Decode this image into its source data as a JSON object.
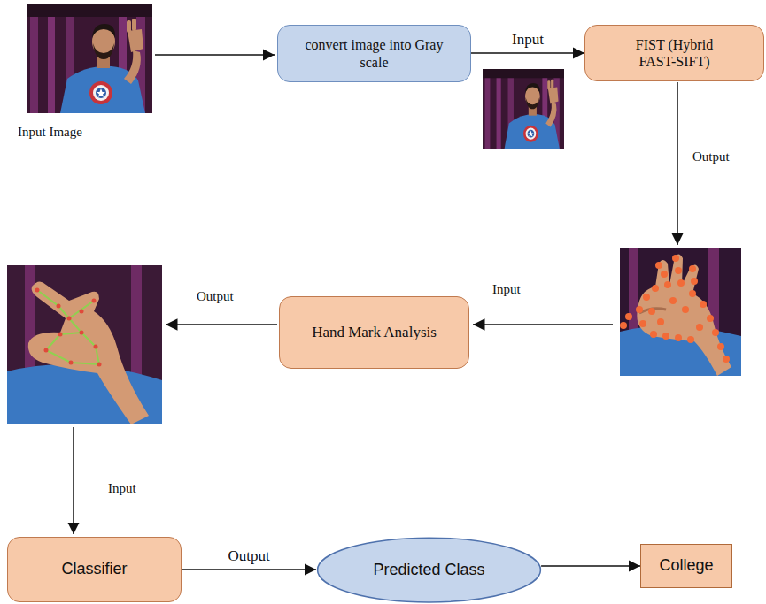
{
  "diagram": {
    "nodes": [
      {
        "text": [
          "convert image into Gray scale"
        ]
      },
      {
        "text": [
          "FIST (Hybrid FAST-SIFT)"
        ]
      },
      {
        "text": [
          "Hand Mark Analysis"
        ]
      },
      {
        "text": [
          "Classifier"
        ]
      },
      {
        "text": [
          "Predicted Class"
        ]
      },
      {
        "text": [
          "College"
        ]
      }
    ],
    "edges": [
      {
        "from": 0,
        "to": 1,
        "label": "Input",
        "arrow": "to"
      },
      {
        "from": 3,
        "to": 4,
        "label": "Output",
        "arrow": "to"
      },
      {
        "from": 4,
        "to": 5,
        "arrow": "to"
      }
    ],
    "labels": [
      "Input Image",
      "Output",
      "Input",
      "Output",
      "Input"
    ]
  }
}
